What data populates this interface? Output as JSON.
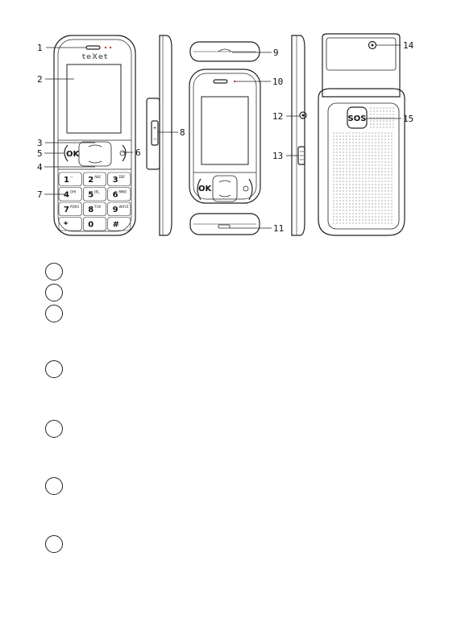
{
  "phone": {
    "brand": "teXet",
    "ok_label": "OK",
    "sos_label": "SOS",
    "keys": [
      {
        "main": "1",
        "sub": "ꟷ"
      },
      {
        "main": "2",
        "sub": "ABC"
      },
      {
        "main": "3",
        "sub": "DEF"
      },
      {
        "main": "4",
        "sub": "GHI"
      },
      {
        "main": "5",
        "sub": "JKL"
      },
      {
        "main": "6",
        "sub": "MNO"
      },
      {
        "main": "7",
        "sub": "PQRS"
      },
      {
        "main": "8",
        "sub": "TUV"
      },
      {
        "main": "9",
        "sub": "WXYZ"
      },
      {
        "main": "*",
        "sub": ""
      },
      {
        "main": "0",
        "sub": ""
      },
      {
        "main": "#",
        "sub": ""
      }
    ],
    "volume_plus": "+",
    "volume_minus": "−"
  },
  "callouts": [
    "1",
    "2",
    "3",
    "4",
    "5",
    "6",
    "7",
    "8",
    "9",
    "10",
    "11",
    "12",
    "13",
    "14",
    "15"
  ]
}
